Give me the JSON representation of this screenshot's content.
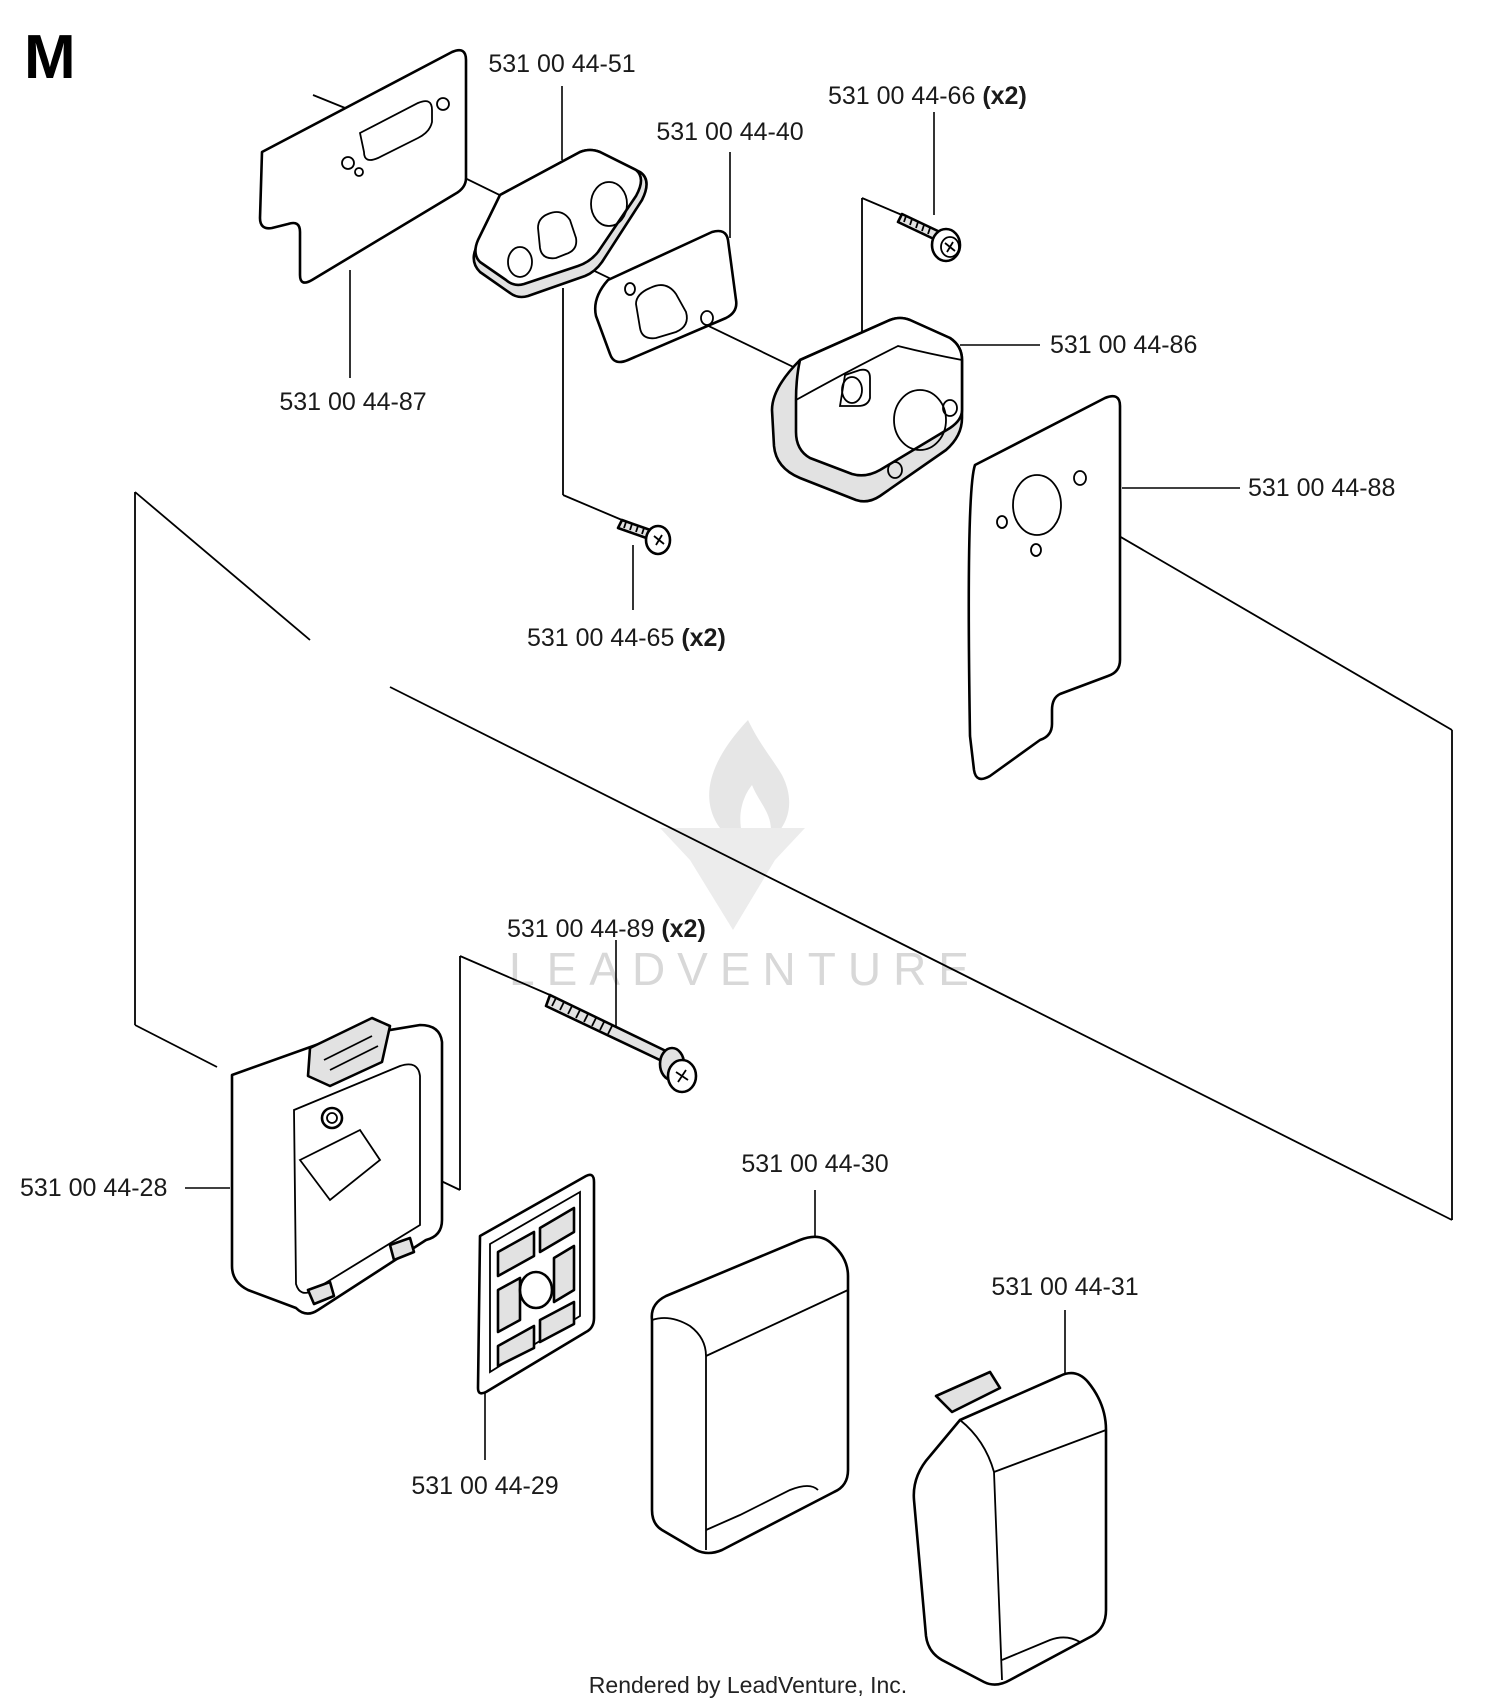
{
  "section_letter": "M",
  "parts": [
    {
      "id": "gasket-87",
      "number": "531 00 44-87",
      "qty": ""
    },
    {
      "id": "flange-51",
      "number": "531 00 44-51",
      "qty": ""
    },
    {
      "id": "gasket-40",
      "number": "531 00 44-40",
      "qty": ""
    },
    {
      "id": "screw-66",
      "number": "531 00 44-66",
      "qty": "(x2)"
    },
    {
      "id": "carb-86",
      "number": "531 00 44-86",
      "qty": ""
    },
    {
      "id": "gasket-88",
      "number": "531 00 44-88",
      "qty": ""
    },
    {
      "id": "screw-65",
      "number": "531 00 44-65",
      "qty": "(x2)"
    },
    {
      "id": "bolt-89",
      "number": "531 00 44-89",
      "qty": "(x2)"
    },
    {
      "id": "housing-28",
      "number": "531 00 44-28",
      "qty": ""
    },
    {
      "id": "grid-29",
      "number": "531 00 44-29",
      "qty": ""
    },
    {
      "id": "filter-30",
      "number": "531 00 44-30",
      "qty": ""
    },
    {
      "id": "cover-31",
      "number": "531 00 44-31",
      "qty": ""
    }
  ],
  "watermark": "LEADVENTURE",
  "footer": "Rendered by LeadVenture, Inc."
}
